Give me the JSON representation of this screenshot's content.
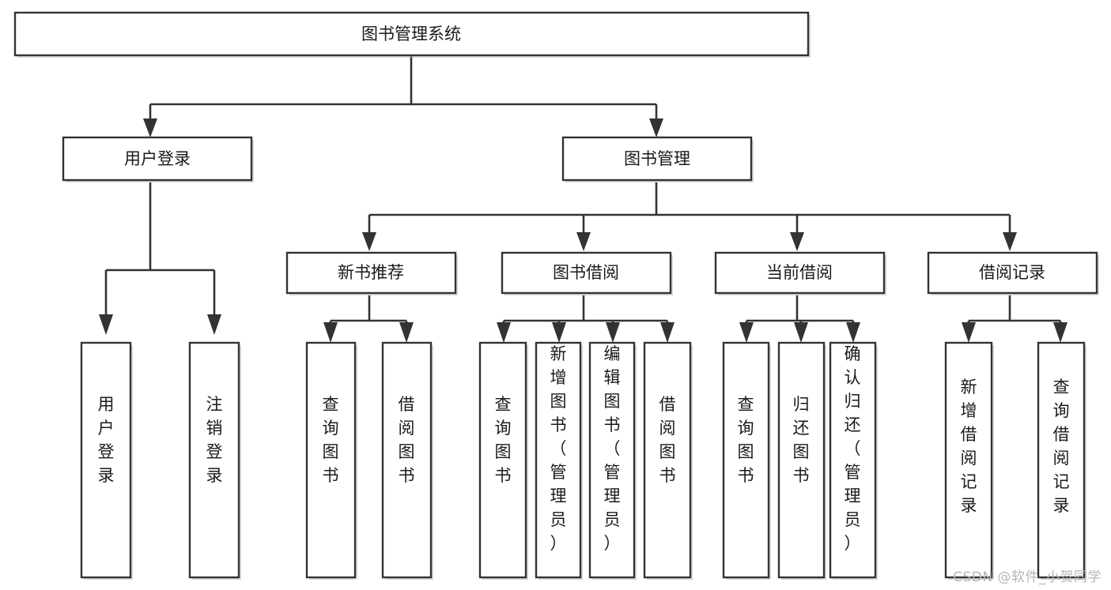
{
  "diagram": {
    "type": "tree-hierarchy",
    "title": "图书管理系统",
    "background_color": "#ffffff",
    "border_color": "#333333",
    "text_color": "#1a1a1a",
    "levels": 4,
    "root": {
      "id": "root",
      "label": "图书管理系统",
      "orientation": "horizontal"
    },
    "level2": [
      {
        "id": "user-login",
        "label": "用户登录",
        "orientation": "horizontal"
      },
      {
        "id": "book-management",
        "label": "图书管理",
        "orientation": "horizontal"
      }
    ],
    "level3": [
      {
        "id": "new-book-recommend",
        "label": "新书推荐",
        "orientation": "horizontal",
        "parent": "book-management"
      },
      {
        "id": "book-borrow",
        "label": "图书借阅",
        "orientation": "horizontal",
        "parent": "book-management"
      },
      {
        "id": "current-borrow",
        "label": "当前借阅",
        "orientation": "horizontal",
        "parent": "book-management"
      },
      {
        "id": "borrow-record",
        "label": "借阅记录",
        "orientation": "horizontal",
        "parent": "book-management"
      }
    ],
    "leaves": [
      {
        "id": "leaf-user-login",
        "label": "用户登录",
        "orientation": "vertical",
        "parent": "user-login"
      },
      {
        "id": "leaf-user-logout",
        "label": "注销登录",
        "orientation": "vertical",
        "parent": "user-login"
      },
      {
        "id": "leaf-query-book-1",
        "label": "查询图书",
        "orientation": "vertical",
        "parent": "new-book-recommend"
      },
      {
        "id": "leaf-borrow-book-1",
        "label": "借阅图书",
        "orientation": "vertical",
        "parent": "new-book-recommend"
      },
      {
        "id": "leaf-query-book-2",
        "label": "查询图书",
        "orientation": "vertical",
        "parent": "book-borrow"
      },
      {
        "id": "leaf-add-book",
        "label": "新增图书（管理员）",
        "orientation": "vertical",
        "parent": "book-borrow"
      },
      {
        "id": "leaf-edit-book",
        "label": "编辑图书（管理员）",
        "orientation": "vertical",
        "parent": "book-borrow"
      },
      {
        "id": "leaf-borrow-book-2",
        "label": "借阅图书",
        "orientation": "vertical",
        "parent": "book-borrow"
      },
      {
        "id": "leaf-query-book-3",
        "label": "查询图书",
        "orientation": "vertical",
        "parent": "current-borrow"
      },
      {
        "id": "leaf-return-book",
        "label": "归还图书",
        "orientation": "vertical",
        "parent": "current-borrow"
      },
      {
        "id": "leaf-confirm-return",
        "label": "确认归还（管理员）",
        "orientation": "vertical",
        "parent": "current-borrow"
      },
      {
        "id": "leaf-add-record",
        "label": "新增借阅记录",
        "orientation": "vertical",
        "parent": "borrow-record"
      },
      {
        "id": "leaf-query-record",
        "label": "查询借阅记录",
        "orientation": "vertical",
        "parent": "borrow-record"
      }
    ]
  },
  "watermark": {
    "text": "CSDN @软件_小贺同学"
  }
}
